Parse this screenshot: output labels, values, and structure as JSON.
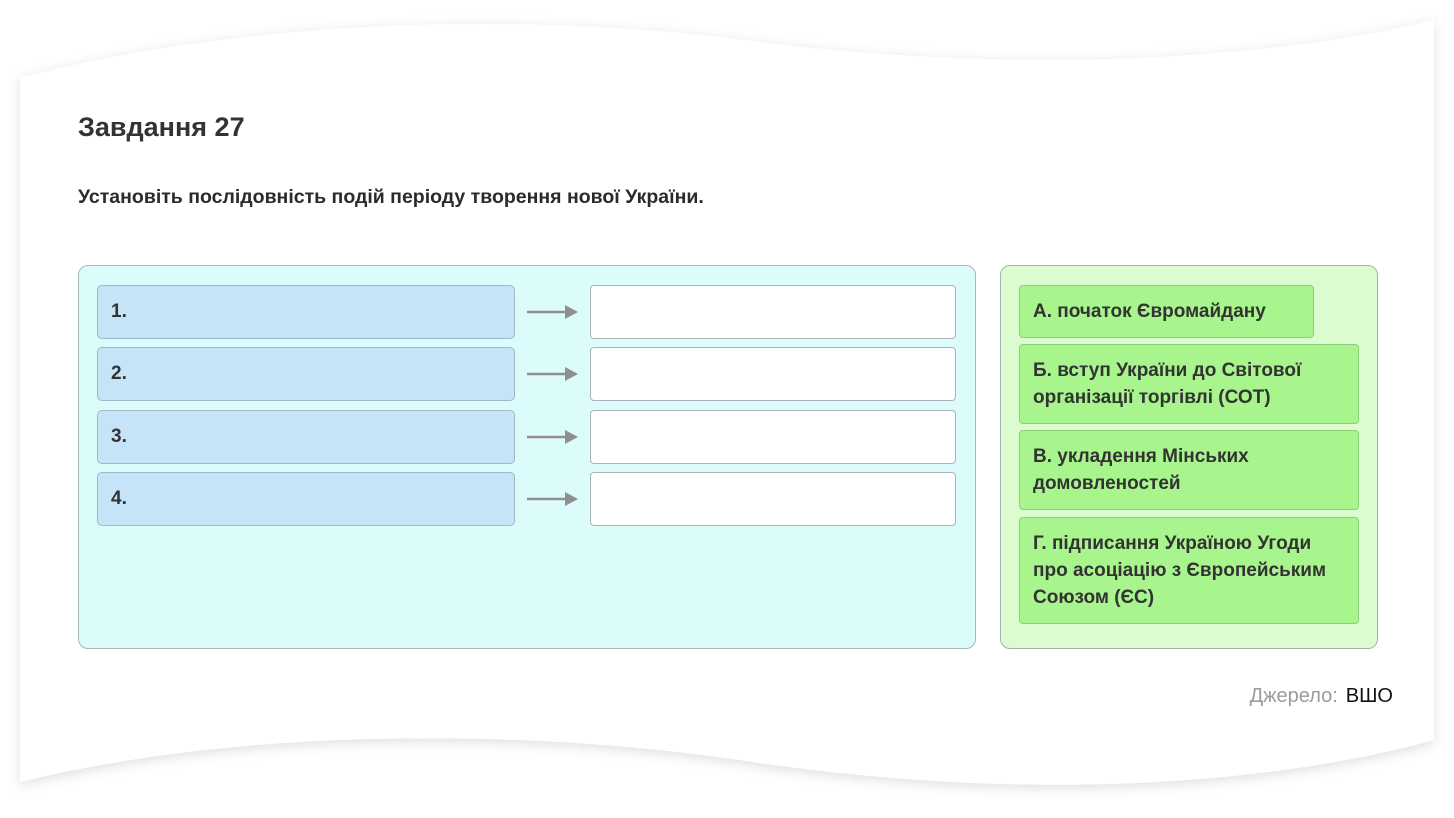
{
  "task": {
    "title": "Завдання 27",
    "instruction": "Установіть послідовність подій періоду творення нової України."
  },
  "slots": [
    {
      "label": "1."
    },
    {
      "label": "2."
    },
    {
      "label": "3."
    },
    {
      "label": "4."
    }
  ],
  "options": [
    {
      "text": "А. початок Євромайдану"
    },
    {
      "text": "Б. вступ України до Світової організації торгівлі (СОТ)"
    },
    {
      "text": "В. укладення Мінських домовленостей"
    },
    {
      "text": "Г. підписання Україною Угоди про асоціацію з Європейським Союзом (ЄС)"
    }
  ],
  "source": {
    "label": "Джерело:",
    "value": "ВШО"
  },
  "colors": {
    "order_panel_bg": "#dcfcfb",
    "slot_number_bg": "#c5e4f7",
    "options_panel_bg": "#dcfccf",
    "option_card_bg": "#a7f58c"
  },
  "icons": {
    "slot_arrow": "arrow-right-icon"
  }
}
